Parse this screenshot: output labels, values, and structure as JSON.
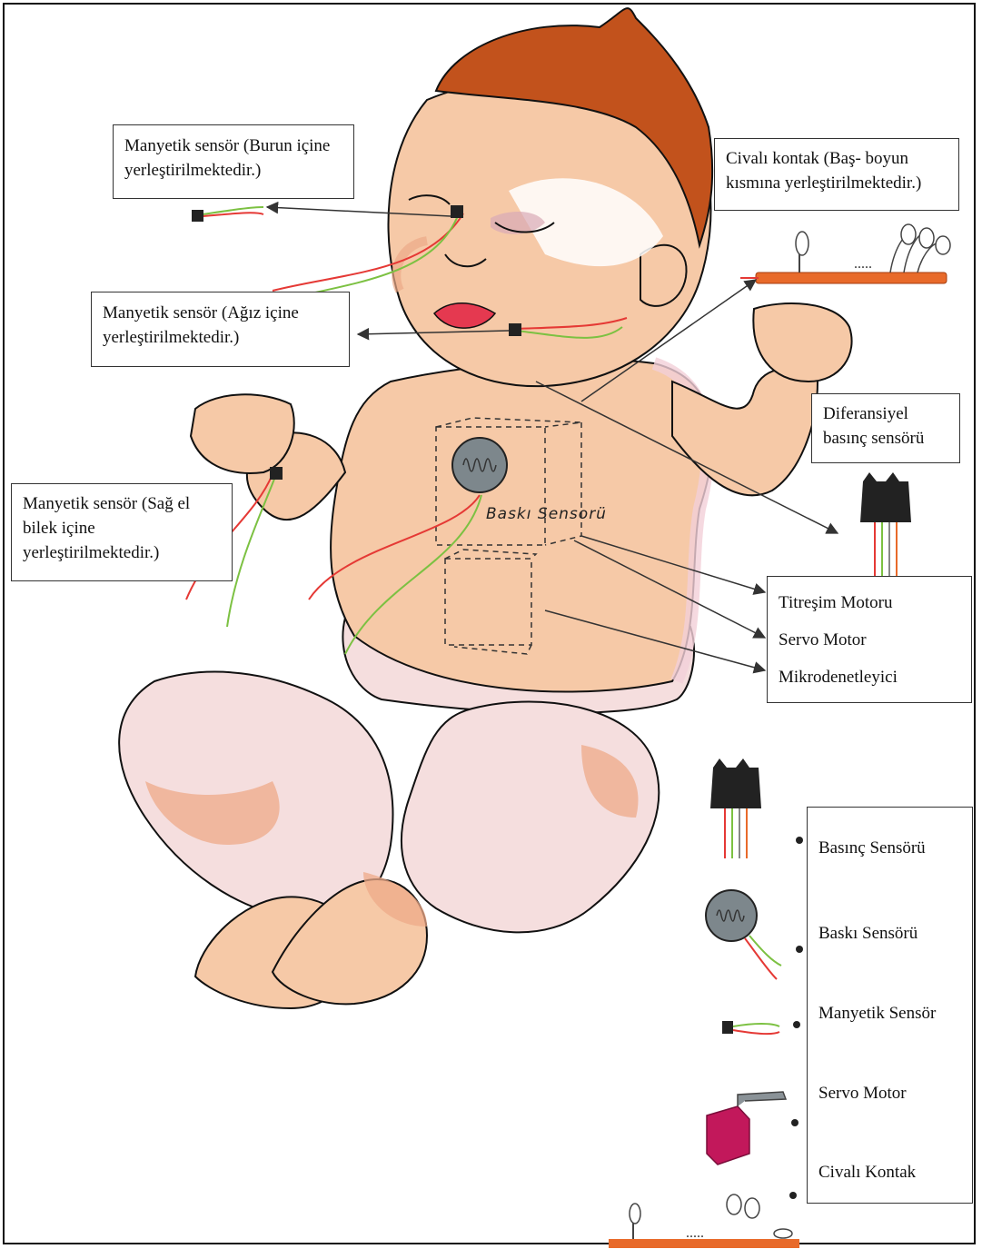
{
  "callouts": {
    "nose": "Manyetik sensör (Burun içine yerleştirilmektedir.)",
    "mouth": "Manyetik sensör (Ağız içine yerleştirilmektedir.)",
    "wrist": "Manyetik sensör (Sağ el bilek içine yerleştirilmektedir.)",
    "neck": "Civalı kontak (Baş- boyun kısmına yerleştirilmektedir.)",
    "diff_pressure": "Diferansiyel basınç sensörü"
  },
  "body_label": "Baskı Sensorü",
  "internal_components": [
    "Titreşim Motoru",
    "Servo Motor",
    "Mikrodenetleyici"
  ],
  "legend": [
    "Basınç Sensörü",
    "Baskı Sensörü",
    "Manyetik Sensör",
    "Servo Motor",
    "Civalı Kontak"
  ],
  "colors": {
    "skin": "#f6c9a7",
    "skin_shade": "#eda988",
    "hair": "#c2521c",
    "diaper": "#f5dede",
    "wire_red": "#e53935",
    "wire_green": "#7cc142",
    "bar": "#e86a2a",
    "servo": "#c2185b"
  }
}
